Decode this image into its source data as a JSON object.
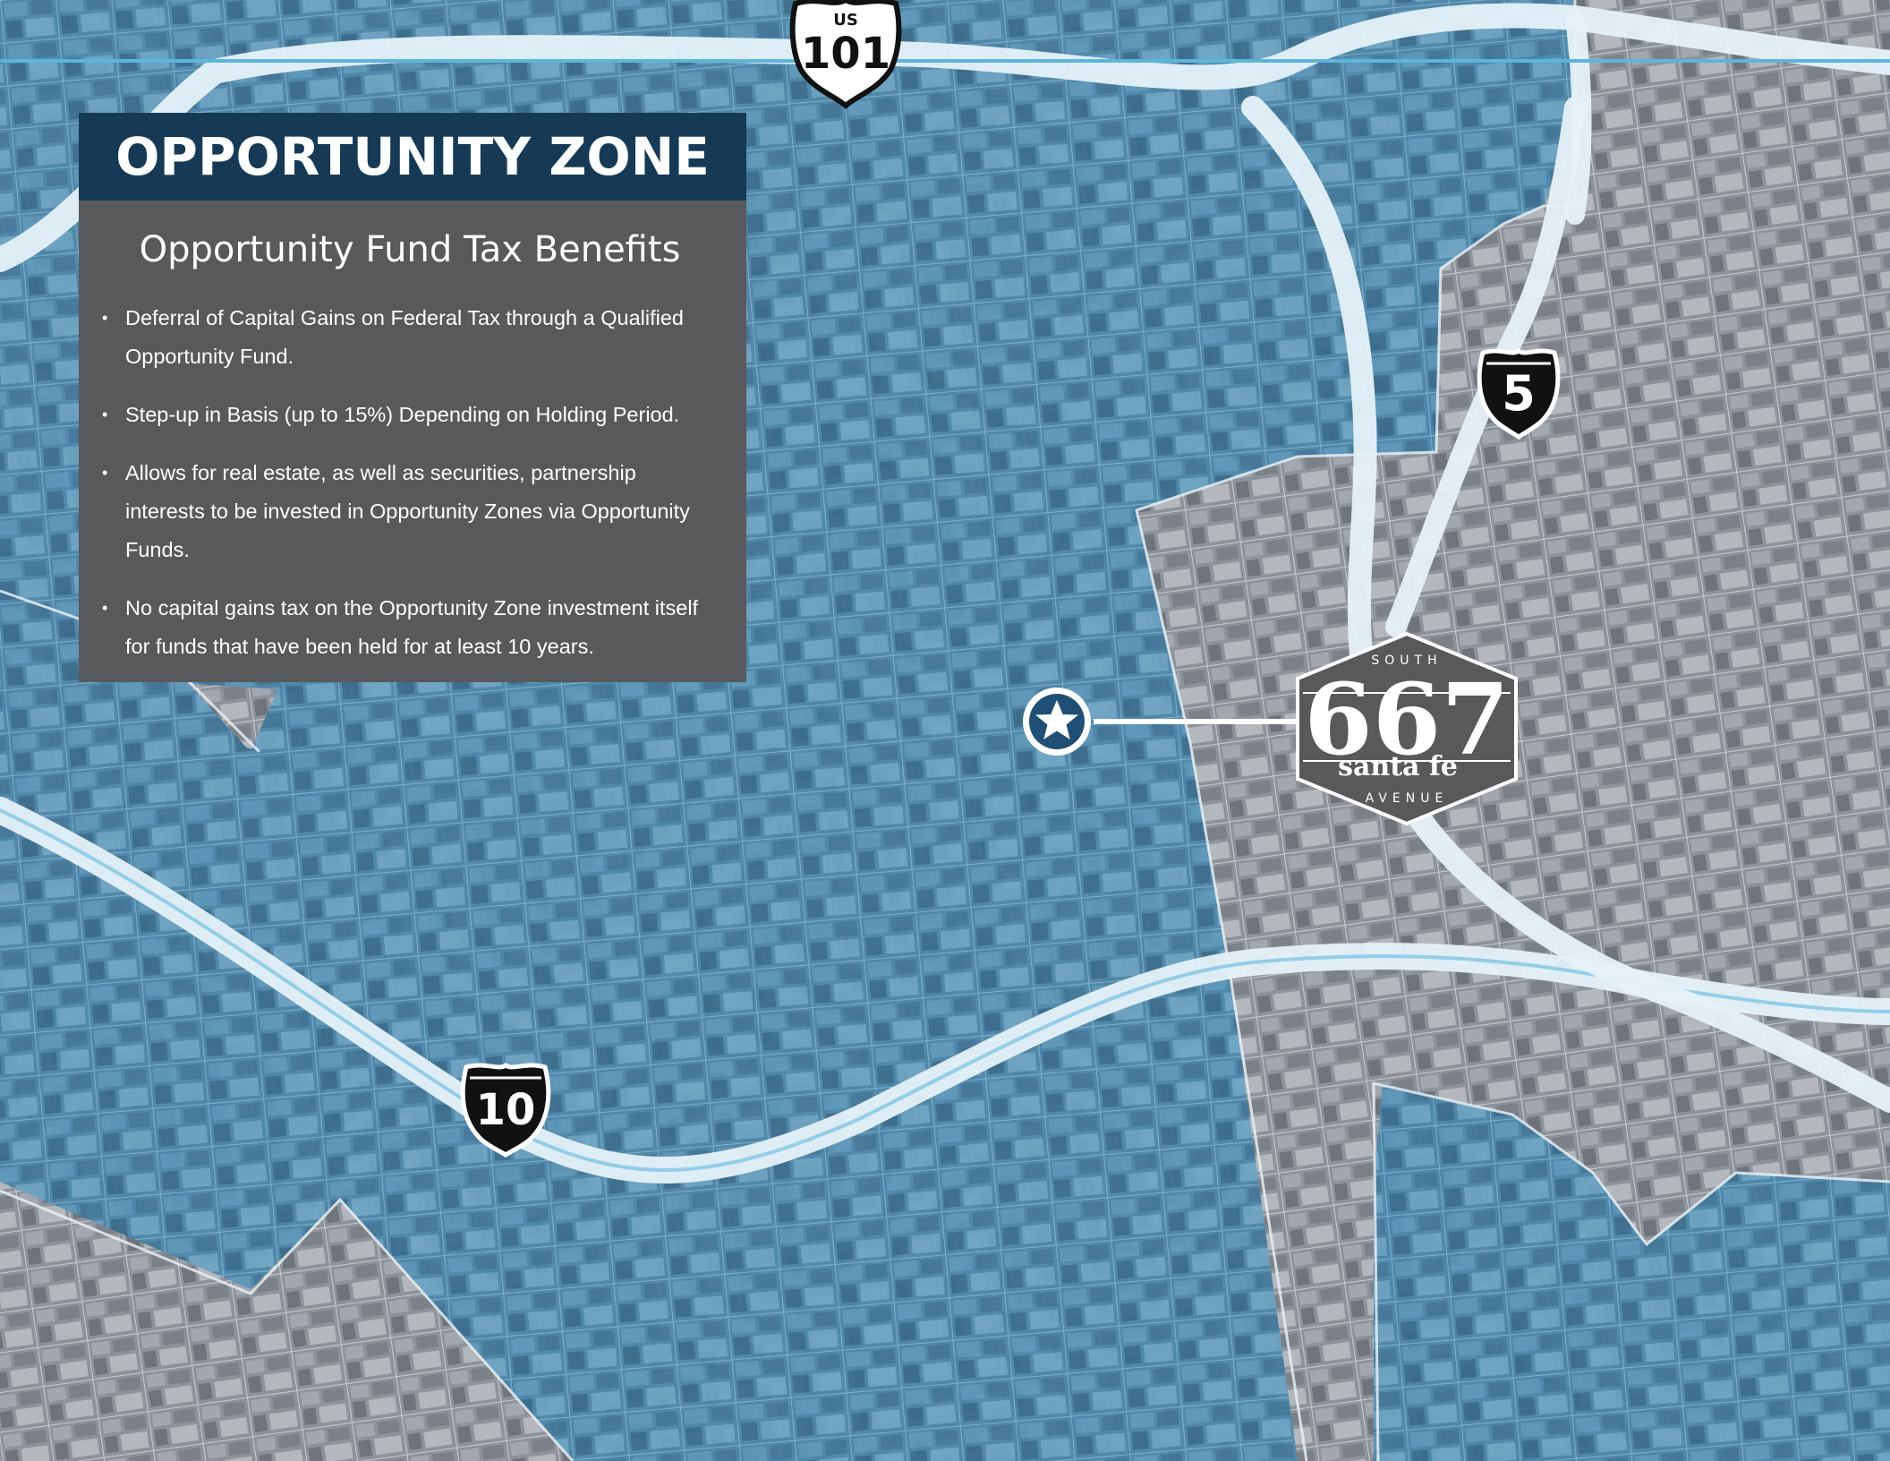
{
  "panel": {
    "title": "OPPORTUNITY ZONE",
    "subtitle": "Opportunity Fund Tax Benefits",
    "benefits": [
      "Deferral of Capital Gains on Federal Tax through a Qualified Opportunity Fund.",
      "Step-up in Basis (up to 15%) Depending on Holding Period.",
      "Allows for real estate, as well as securities, partnership interests to be invested in Opportunity Zones via Opportunity Funds.",
      "No capital gains tax on the Opportunity Zone investment itself for funds that have been held for at least 10 years."
    ]
  },
  "highway_shields": [
    {
      "route_type": "US",
      "prefix": "US",
      "number": "101",
      "icon": "us-highway-shield-icon"
    },
    {
      "route_type": "Interstate",
      "number": "5",
      "icon": "interstate-shield-icon"
    },
    {
      "route_type": "Interstate",
      "number": "10",
      "icon": "interstate-shield-icon"
    }
  ],
  "property_logo": {
    "top_text": "SOUTH",
    "number": "667",
    "name": "santa fe",
    "bottom_text": "AVENUE",
    "icon": "hexagon-logo"
  },
  "location_marker": {
    "icon": "star-marker-icon"
  },
  "colors": {
    "opportunity_zone_overlay": "#4f8db2",
    "panel_header": "#163a55",
    "panel_body": "#58595b",
    "highway": "#e6f1f8",
    "accent_line": "#5bb6dc",
    "logo_fill": "#58595b"
  }
}
